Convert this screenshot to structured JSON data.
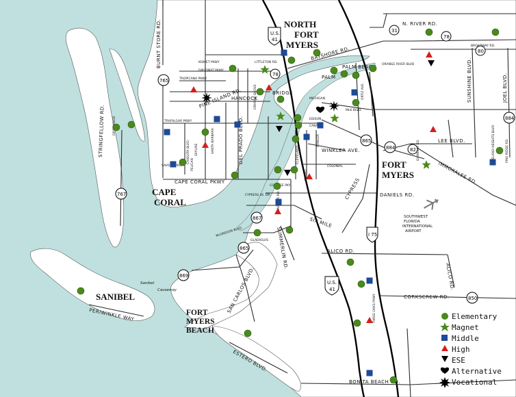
{
  "colors": {
    "water": "#bfe0de",
    "land": "#ffffff",
    "elementary": "#4a8a1c",
    "magnet": "#4a8a1c",
    "middle": "#1e4a96",
    "high": "#d61e1e",
    "black": "#000000"
  },
  "places": {
    "north_fort_myers": [
      "NORTH",
      "FORT",
      "MYERS"
    ],
    "fort_myers": [
      "FORT",
      "MYERS"
    ],
    "cape_coral": [
      "CAPE",
      "CORAL"
    ],
    "sanibel": "SANIBEL",
    "fort_myers_beach": [
      "FORT",
      "MYERS",
      "BEACH"
    ],
    "sanibel_causeway": [
      "Sanibel",
      "Causeway"
    ],
    "airport": [
      "SOUTHWEST",
      "FLORIDA",
      "INTERNATIONAL",
      "AIRPORT"
    ]
  },
  "roads": {
    "n_river": "N. RIVER RD.",
    "bayshore": "BAYSHORE RD.",
    "kismet": "KISMET PKWY",
    "littleton": "LITTLETON RD.",
    "diplomat": "DIPLOMAT PKWY",
    "tropicana": "TROPICANA PKWY",
    "pine_island": "PINE ISLAND RD.",
    "hancock": "HANCOCK",
    "bridge": "BRIDGE",
    "trafalgar": "TRAFALGAR PKWY",
    "cape_coral_pkwy": "CAPE CORAL PKWY",
    "college": "COLLEGE PKY",
    "cypress_lk": "CYPRESS LK. DR.",
    "daniels": "DANIELS RD.",
    "six_mile": "SIX  MILE",
    "cypress": "CYPRESS",
    "colonial": "COLONIAL",
    "winkler": "WINKLER AVE.",
    "lee": "LEE BLVD.",
    "immokalee": "IMMOKALEE RD.",
    "alico": "ALICO RD.",
    "alico_v": "ALICO RD.",
    "corkscrew": "CORKSCREW RD.",
    "bonita": "BONITA BEACH RD.",
    "mcgregor": "McGREGOR BLVD.",
    "summerlin": "SUMMERLIN RD.",
    "san_carlos": "SAN CARLOS BLVD.",
    "estero": "ESTERO BLVD.",
    "periwinkle": "PERIWINKLE WAY",
    "stringfellow": "STRINGFELLOW RD.",
    "burnt_store": "BURNT STORE RD.",
    "del_prado": "DEL PRADO BLVD.",
    "chiquita": "CHIQUITA BLVD.",
    "skyline": "SKYLINE",
    "pelican": "PELICAN",
    "santa_barbara": "SANTA BARBARA",
    "orange_grove": "ORANGE GROVE",
    "palm_beach": "PALM BEACH",
    "palm": "PALM",
    "mlk": "MLK BLVD.",
    "ortiz": "ORTIZ AVE.",
    "sunshine": "SUNSHINE BLVD.",
    "joel": "JOEL BLVD.",
    "gunnery": "GUNNERY RD.",
    "orange_river": "ORANGE RIVER BLVD",
    "broadway": "BROADWAY RD.",
    "cleveland": "CLEVELAND",
    "edison": "EDISON",
    "michigan": "MICHIGAN",
    "canal": "CANAL",
    "metro": "METRO",
    "fowler": "FOWLER",
    "gladiolus": "GLADIOLUS",
    "savona": "SAVONA PKWY",
    "pondella": "PONDELLA RD.",
    "driftwood": "DRIFTWOOD",
    "three_oaks": "THREE OAKS PKWY",
    "pine_ridge": "PINE RIDGE RD.",
    "leeland": "LEELAND HEIGHTS BLVD"
  },
  "shields": {
    "us41_north": [
      "U.S.",
      "41"
    ],
    "us41_south": [
      "U.S.",
      "41"
    ],
    "i75": "I 75",
    "sr31": "31",
    "sr78_east": "78",
    "sr78_west": "78",
    "sr80": "80",
    "sr765": "765",
    "sr767": "767",
    "sr867": "867",
    "sr865_north": "865",
    "sr865_south": "865",
    "sr884_west": "884",
    "sr884_east": "884",
    "sr82": "82",
    "sr869": "869",
    "sr850": "850"
  },
  "legend": [
    {
      "icon": "elementary",
      "label": "Elementary"
    },
    {
      "icon": "magnet",
      "label": "Magnet"
    },
    {
      "icon": "middle",
      "label": "Middle"
    },
    {
      "icon": "high",
      "label": "High"
    },
    {
      "icon": "ese",
      "label": "ESE"
    },
    {
      "icon": "alternative",
      "label": "Alternative"
    },
    {
      "icon": "vocational",
      "label": "Vocational"
    }
  ]
}
